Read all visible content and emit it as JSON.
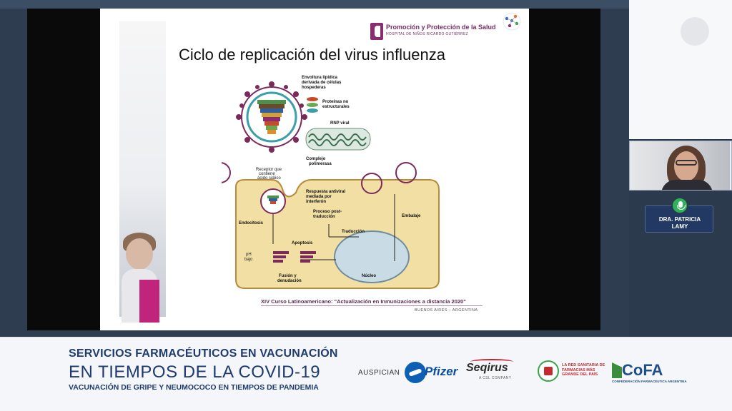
{
  "slide": {
    "title": "Ciclo de replicación del virus influenza",
    "header_logo": {
      "line1": "Promoción y Protección de la Salud",
      "line2": "HOSPITAL DE NIÑOS RICARDO GUTIÉRREZ"
    },
    "footer": "XIV Curso Latinoamericano: \"Actualización en Inmunizaciones a distancia 2020\"",
    "footer_city": "BUENOS AIRES – ARGENTINA",
    "diagram_labels": {
      "envelope": [
        "Envoltura lipídica",
        "derivada de células",
        "hospederas"
      ],
      "nonstructural": [
        "Proteínas no",
        "estructurales"
      ],
      "rnp": "RNP viral",
      "polymerase": [
        "Complejo",
        "polimerasa"
      ],
      "receptor": [
        "Receptor que",
        "contiene",
        "ácido siálico"
      ],
      "antiviral": [
        "Respuesta antiviral",
        "mediada por",
        "interferón"
      ],
      "post_translation": [
        "Proceso post-",
        "traducción"
      ],
      "embalaje": "Embalaje",
      "endocitosis": "Endocitosis",
      "traduccion": "Traducción",
      "apoptosis": "Apoptosis",
      "ph": [
        "pH",
        "bajo"
      ],
      "fusion": [
        "Fusión y",
        "denudación"
      ],
      "nucleo": "Núcleo"
    }
  },
  "participant": {
    "name_line1": "DRA. PATRICIA",
    "name_line2": "LAMY"
  },
  "banner": {
    "line1": "SERVICIOS FARMACÉUTICOS EN VACUNACIÓN",
    "line2": "EN TIEMPOS DE LA COVID-19",
    "line3": "VACUNACIÓN DE GRIPE Y NEUMOCOCO EN TIEMPOS DE PANDEMIA",
    "auspician": "AUSPICIAN",
    "sponsors": {
      "pfizer": "Pfizer",
      "seqirus": "Seqirus",
      "seqirus_sub": "A CSL COMPANY",
      "red_farmacias": "LA RED SANITARIA DE FARMACIAS MÁS GRANDE DEL PAÍS",
      "cofa": "CoFA",
      "cofa_sub": "CONFEDERACIÓN FARMACÉUTICA ARGENTINA"
    }
  },
  "colors": {
    "banner_text": "#1f3b6e",
    "badge_bg": "#223a63",
    "mic_active": "#2fb35a",
    "accent_purple": "#7a2a63"
  }
}
